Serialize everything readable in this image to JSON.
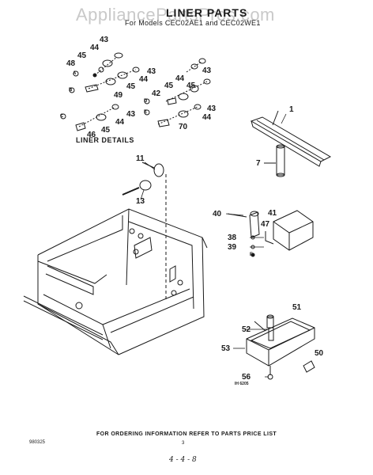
{
  "watermark": "AppliancePartsPros.com",
  "title": "LINER PARTS",
  "subtitle": "For Models CEC02AE1 and CEC02WE1",
  "section_label": "LINER DETAILS",
  "callouts": [
    "43",
    "44",
    "45",
    "48",
    "43",
    "44",
    "45",
    "49",
    "43",
    "44",
    "45",
    "46",
    "43",
    "45",
    "44",
    "42",
    "45",
    "43",
    "44",
    "70",
    "1",
    "7",
    "11",
    "13",
    "40",
    "41",
    "47",
    "38",
    "39",
    "51",
    "52",
    "53",
    "50",
    "56"
  ],
  "diagram_id": "IH 6205",
  "footer": "FOR ORDERING INFORMATION REFER TO PARTS PRICE LIST",
  "code_left": "980325",
  "page_number": "3",
  "handwritten_note": "4 - 4 - 8",
  "part_letters": [
    "A",
    "B",
    "C",
    "D",
    "E",
    "F"
  ]
}
